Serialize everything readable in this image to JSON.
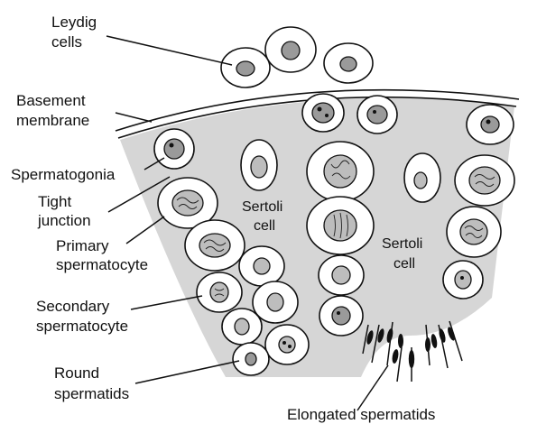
{
  "labels": {
    "leydig_line1": "Leydig",
    "leydig_line2": "cells",
    "basement_line1": "Basement",
    "basement_line2": "membrane",
    "spermatogonia": "Spermatogonia",
    "tight_line1": "Tight",
    "tight_line2": "junction",
    "primary_line1": "Primary",
    "primary_line2": "spermatocyte",
    "secondary_line1": "Secondary",
    "secondary_line2": "spermatocyte",
    "round_line1": "Round",
    "round_line2": "spermatids",
    "elongated": "Elongated spermatids",
    "sertoli1_line1": "Sertoli",
    "sertoli1_line2": "cell",
    "sertoli2_line1": "Sertoli",
    "sertoli2_line2": "cell"
  },
  "colors": {
    "tubule_fill": "#d6d6d6",
    "nucleus_light": "#bdbdbd",
    "nucleus_dark": "#9a9a9a",
    "outline": "#111111"
  }
}
